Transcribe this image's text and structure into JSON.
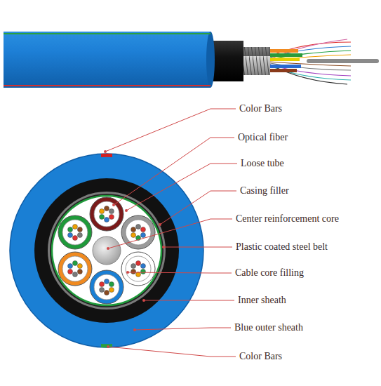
{
  "diagram": {
    "labels": [
      "Color Bars",
      "Optical fiber",
      "Loose tube",
      "Casing filler",
      "Center reinforcement core",
      "Plastic coated steel belt",
      "Cable core filling",
      "Inner sheath",
      "Blue outer sheath",
      "Color Bars"
    ]
  }
}
